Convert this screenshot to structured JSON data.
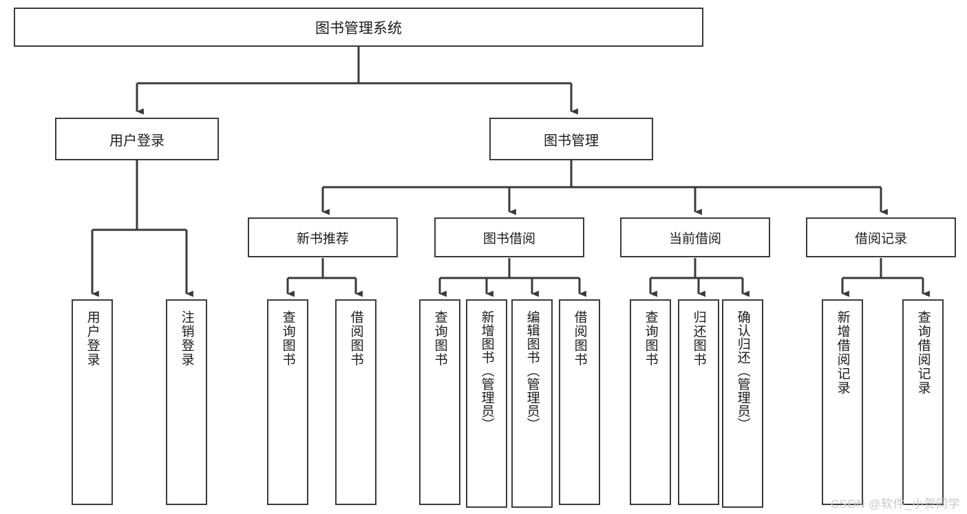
{
  "diagram": {
    "title": "图书管理系统",
    "type": "tree",
    "watermark": "CSDN @软件_小贺同学"
  },
  "root": {
    "label": "图书管理系统"
  },
  "level1": [
    {
      "label": "用户登录"
    },
    {
      "label": "图书管理"
    }
  ],
  "user_login_children": [
    {
      "label": "用户登录"
    },
    {
      "label": "注销登录"
    }
  ],
  "level2": [
    {
      "label": "新书推荐"
    },
    {
      "label": "图书借阅"
    },
    {
      "label": "当前借阅"
    },
    {
      "label": "借阅记录"
    }
  ],
  "new_book_children": [
    {
      "label": "查询图书"
    },
    {
      "label": "借阅图书"
    }
  ],
  "borrow_children": [
    {
      "label": "查询图书"
    },
    {
      "label": "新增图书（管理员）"
    },
    {
      "label": "编辑图书（管理员）"
    },
    {
      "label": "借阅图书"
    }
  ],
  "current_borrow_children": [
    {
      "label": "查询图书"
    },
    {
      "label": "归还图书"
    },
    {
      "label": "确认归还（管理员）"
    }
  ],
  "record_children": [
    {
      "label": "新增借阅记录"
    },
    {
      "label": "查询借阅记录"
    }
  ],
  "colors": {
    "stroke": "#3a3a3a",
    "text": "#1b1b1b",
    "background": "#ffffff",
    "watermark": "#c9c9c9"
  }
}
